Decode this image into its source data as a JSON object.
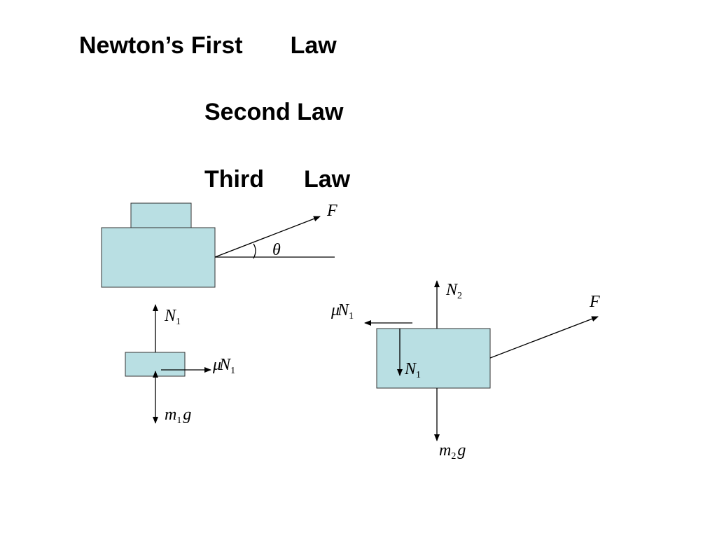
{
  "titles": {
    "line1": {
      "newtons": "Newton’s",
      "first": "First",
      "law": "Law"
    },
    "line2": {
      "second": "Second",
      "law": "Law"
    },
    "line3": {
      "third": "Third",
      "law": "Law"
    }
  },
  "diagram": {
    "colors": {
      "block_fill": "#b9dfe3",
      "block_stroke": "#333333",
      "ink": "#000000"
    },
    "main": {
      "force": "F",
      "angle": "θ"
    },
    "top_block_fbd": {
      "normal": {
        "sym": "N",
        "sub": "1"
      },
      "friction": {
        "mu": "μ",
        "sym": "N",
        "sub": "1"
      },
      "weight": {
        "sym": "m",
        "sub": "1",
        "g": "g"
      }
    },
    "bottom_block_fbd": {
      "normal_ground": {
        "sym": "N",
        "sub": "2"
      },
      "force": "F",
      "friction": {
        "mu": "μ",
        "sym": "N",
        "sub": "1"
      },
      "normal_from_top": {
        "sym": "N",
        "sub": "1"
      },
      "weight": {
        "sym": "m",
        "sub": "2",
        "g": "g"
      }
    }
  }
}
